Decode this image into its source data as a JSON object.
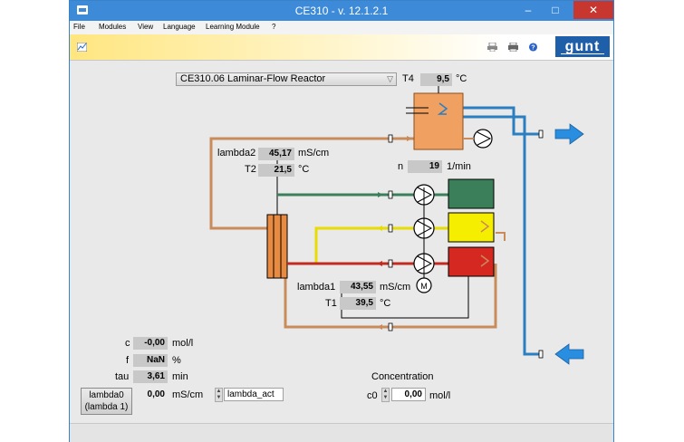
{
  "window": {
    "title": "CE310 - v. 12.1.2.1",
    "minimize_glyph": "–",
    "maximize_glyph": "□",
    "close_glyph": "✕"
  },
  "menu": {
    "items": [
      "File",
      "Modules",
      "View",
      "Language",
      "Learning Module",
      "?"
    ]
  },
  "toolbar": {
    "left_icon": "chart-icon",
    "right_icons": [
      "print-preview-icon",
      "printer-icon",
      "help-icon"
    ],
    "logo_text": "gunt"
  },
  "reactor": {
    "selected": "CE310.06 Laminar-Flow Reactor"
  },
  "sensors": {
    "T4": {
      "label": "T4",
      "value": "9,5",
      "unit": "°C"
    },
    "lambda2": {
      "label": "lambda2",
      "value": "45,17",
      "unit": "mS/cm"
    },
    "T2": {
      "label": "T2",
      "value": "21,5",
      "unit": "°C"
    },
    "n": {
      "label": "n",
      "value": "19",
      "unit": "1/min"
    },
    "lambda1": {
      "label": "lambda1",
      "value": "43,55",
      "unit": "mS/cm"
    },
    "T1": {
      "label": "T1",
      "value": "39,5",
      "unit": "°C"
    }
  },
  "results": {
    "c": {
      "label": "c",
      "value": "-0,00",
      "unit": "mol/l"
    },
    "f": {
      "label": "f",
      "value": "NaN",
      "unit": "%"
    },
    "tau": {
      "label": "tau",
      "value": "3,61",
      "unit": "min"
    },
    "lambda0": {
      "button_line1": "lambda0",
      "button_line2": "(lambda 1)",
      "value": "0,00",
      "unit": "mS/cm",
      "source": "lambda_act"
    }
  },
  "concentration": {
    "title": "Concentration",
    "label": "c0",
    "value": "0,00",
    "unit": "mol/l"
  },
  "colors": {
    "titlebar": "#3c8ad8",
    "hot_water": "#2a7ec2",
    "orange_line": "#c98b5a",
    "green": "#3a7f5a",
    "yellow": "#f5ee00",
    "red": "#d42820",
    "heater": "#f0a060"
  },
  "icons": {
    "flow_out": "arrow-right-icon",
    "flow_in": "arrow-left-icon",
    "motor": "M"
  }
}
